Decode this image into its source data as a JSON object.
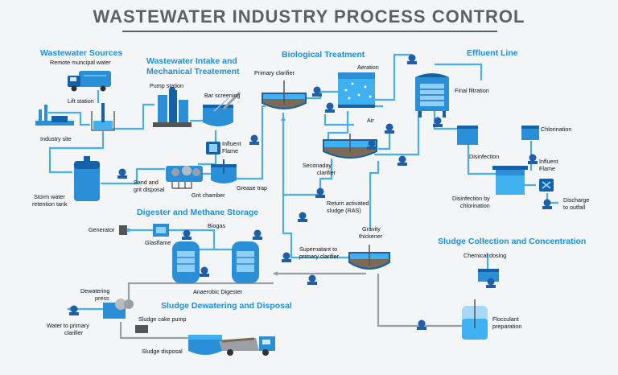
{
  "title": "WASTEWATER INDUSTRY PROCESS CONTROL",
  "colors": {
    "pipe": "#44b0ee",
    "tank": "#2a8fd6",
    "tank_dark": "#1461a8",
    "water": "#3fb0f0",
    "grey_pipe": "#9aa0a6",
    "heading": "#1f8fdc",
    "title": "#5d6166",
    "sludge": "#7b6a55"
  },
  "sections": {
    "sources": "Wastewater Sources",
    "intake_1": "Wastewater Intake and",
    "intake_2": "Mechanical Treatement",
    "bio": "Biological Treatment",
    "effluent": "Effluent Line",
    "digester": "Digester and Methane Storage",
    "sludge_collection": "Sludge Collection and Concentration",
    "dewatering": "Sludge Dewatering and Disposal"
  },
  "labels": {
    "remote_water": "Remote muncipal water",
    "lift_station": "Lift station",
    "industry_site": "Industry site",
    "storm_1": "Storm water",
    "storm_2": "retention tank",
    "pump_station": "Pump station",
    "bar_screening": "Bar screening",
    "influent_flame_1": "Influent",
    "influent_flame_2": "Flame",
    "sand_1": "Sand and",
    "sand_2": "grit disposal",
    "grit_chamber": "Grit chamber",
    "grease_trap": "Grease trap",
    "primary_clarifier": "Primary clarifier",
    "aeration": "Aeration",
    "air": "Air",
    "secondary_1": "Seconaday",
    "secondary_2": "clarifier",
    "ras_1": "Return activated",
    "ras_2": "sludge (RAS)",
    "final_filtration": "Final filtration",
    "chlorination": "Chlorination",
    "disinfection": "Disinfection",
    "influent2_1": "Influent",
    "influent2_2": "Flame",
    "dis_chlor_1": "Disinfection by",
    "dis_chlor_2": "chlorination",
    "discharge_1": "Discharge",
    "discharge_2": "to outfall",
    "biogas": "Biogas",
    "generator": "Generator",
    "glasflame": "Glasflame",
    "anaerobic": "Anaerobic Digester",
    "supernatant_1": "Supernatant to",
    "supernatant_2": "primary clarifier",
    "gravity_1": "Gravity",
    "gravity_2": "thickener",
    "chemical_dosing": "Chemical dosing",
    "flocculant_1": "Flocculant",
    "flocculant_2": "preparation",
    "dewatering_1": "Dewatering",
    "dewatering_2": "press",
    "water_primary_1": "Water to primary",
    "water_primary_2": "clarifier",
    "sludge_cake_pump": "Sludge cake pump",
    "sludge_disposal": "Sludge disposal"
  }
}
